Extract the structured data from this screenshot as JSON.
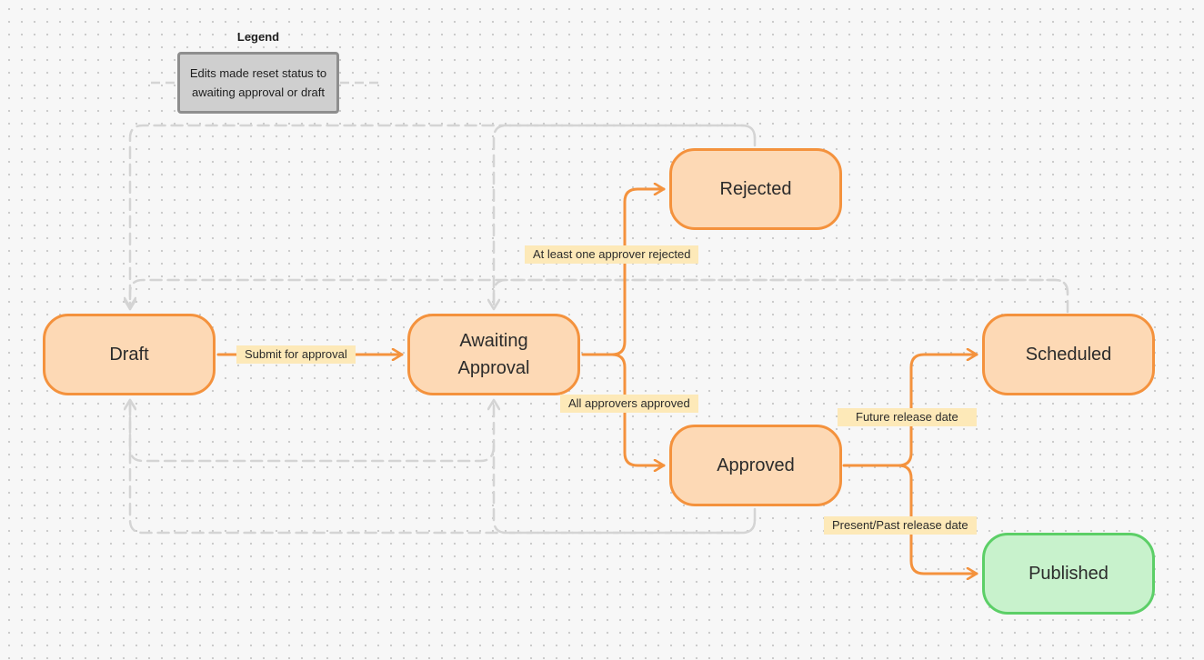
{
  "legend": {
    "title": "Legend",
    "description": "Edits made reset status to awaiting approval or draft"
  },
  "nodes": {
    "draft": "Draft",
    "awaiting_approval": "Awaiting Approval",
    "rejected": "Rejected",
    "approved": "Approved",
    "scheduled": "Scheduled",
    "published": "Published"
  },
  "transitions": {
    "submit": "Submit for approval",
    "rejected": "At least one approver rejected",
    "approved": "All approvers approved",
    "future": "Future release date",
    "present_past": "Present/Past release date"
  },
  "colors": {
    "flow_arrow": "#f4923d",
    "status_fill": "#fdd9b5",
    "published_fill": "#c8f2cc",
    "published_border": "#5ccf67",
    "label_fill": "#fde9b8",
    "reset_edge": "#d4d4d4"
  }
}
